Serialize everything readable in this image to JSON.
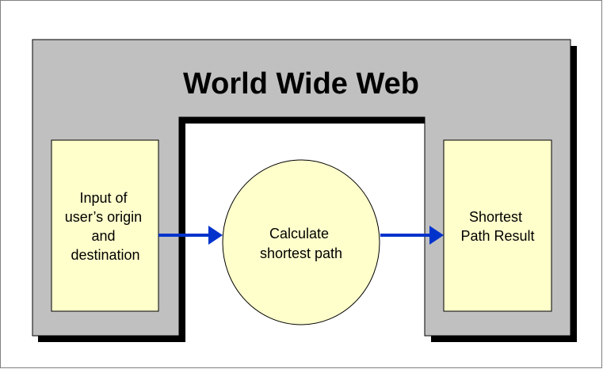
{
  "title": "World Wide Web",
  "nodes": {
    "input": {
      "lines": [
        "Input of",
        "user’s origin",
        "and",
        "destination"
      ]
    },
    "process": {
      "lines": [
        "Calculate",
        "shortest path"
      ]
    },
    "result": {
      "lines": [
        "Shortest",
        "Path Result"
      ]
    }
  },
  "edges": [
    {
      "from": "input",
      "to": "process"
    },
    {
      "from": "process",
      "to": "result"
    }
  ],
  "colors": {
    "web_frame_fill": "#c0c0c0",
    "shadow": "#000000",
    "box_fill": "#ffffcc",
    "circle_fill": "#ffffcc",
    "arrow": "#0033cc",
    "outline": "#000000"
  }
}
